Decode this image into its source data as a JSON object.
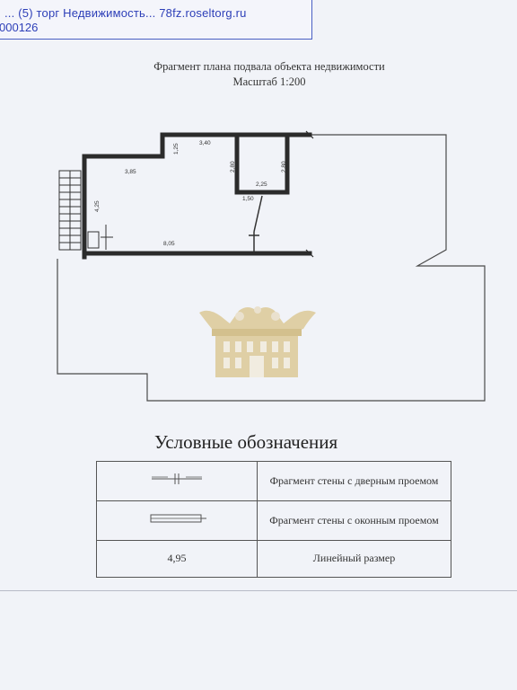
{
  "header": {
    "line1": "... (5) торг Недвижимость... 78fz.roseltorg.ru",
    "line2": "000126"
  },
  "plan": {
    "title_line1": "Фрагмент плана подвала объекта недвижимости",
    "title_line2": "Масштаб 1:200",
    "dimensions": {
      "d340": "3,40",
      "d125": "1,25",
      "d385": "3,85",
      "d280a": "2,80",
      "d280b": "2,80",
      "d225": "2,25",
      "d150": "1,50",
      "d425": "4,25",
      "d805": "8,05"
    }
  },
  "legend": {
    "title": "Условные обозначения",
    "rows": [
      {
        "symbol": "door-wall-icon",
        "description": "Фрагмент стены с дверным проемом"
      },
      {
        "symbol_text": "",
        "symbol": "window-wall-icon",
        "description": "Фрагмент стены с оконным проемом"
      },
      {
        "symbol_text": "4,95",
        "description": "Линейный размер"
      }
    ]
  },
  "colors": {
    "wall": "#2b2b2b",
    "line": "#4a4a4a",
    "watermark": "#d9c48a",
    "header_text": "#2d3fb8"
  }
}
